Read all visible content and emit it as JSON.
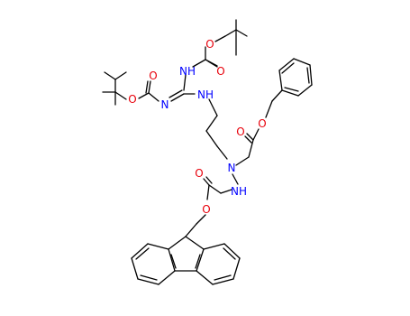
{
  "molecule": {
    "colors": {
      "bond": "#000000",
      "oxygen": "#e8000b",
      "nitrogen": "#0000ff",
      "background": "#ffffff"
    },
    "atom_labels": {
      "o_boc_top_ester": "O",
      "o_boc_top_carbonyl": "O",
      "n_guanidine_top": "NH",
      "o_boc_left_carbonyl": "O",
      "o_boc_left_ester": "O",
      "n_guanidine_left": "N",
      "n_guanidine_right": "NH",
      "o_benzyl_ester": "O",
      "o_ester_carbonyl": "O",
      "n_central": "N",
      "n_hydrazine": "NH",
      "o_fmoc_carbonyl": "O",
      "o_fmoc_ester": "O"
    }
  }
}
